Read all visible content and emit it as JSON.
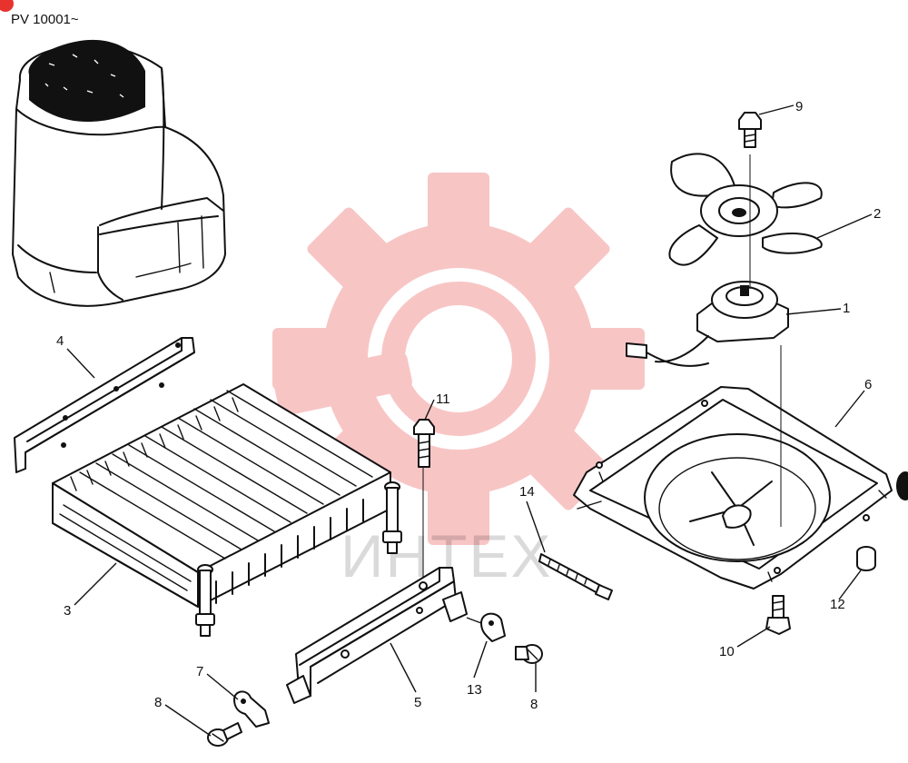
{
  "header": {
    "model_range": "PV 10001~"
  },
  "watermark": {
    "text": "ИНТЕХ",
    "color": "#f08080"
  },
  "callouts": [
    {
      "id": "c1",
      "label": "1"
    },
    {
      "id": "c2",
      "label": "2"
    },
    {
      "id": "c3",
      "label": "3"
    },
    {
      "id": "c4",
      "label": "4"
    },
    {
      "id": "c5",
      "label": "5"
    },
    {
      "id": "c6",
      "label": "6"
    },
    {
      "id": "c7",
      "label": "7"
    },
    {
      "id": "c8a",
      "label": "8"
    },
    {
      "id": "c8b",
      "label": "8"
    },
    {
      "id": "c9",
      "label": "9"
    },
    {
      "id": "c10",
      "label": "10"
    },
    {
      "id": "c11",
      "label": "11"
    },
    {
      "id": "c12",
      "label": "12"
    },
    {
      "id": "c13",
      "label": "13"
    },
    {
      "id": "c14",
      "label": "14"
    }
  ]
}
